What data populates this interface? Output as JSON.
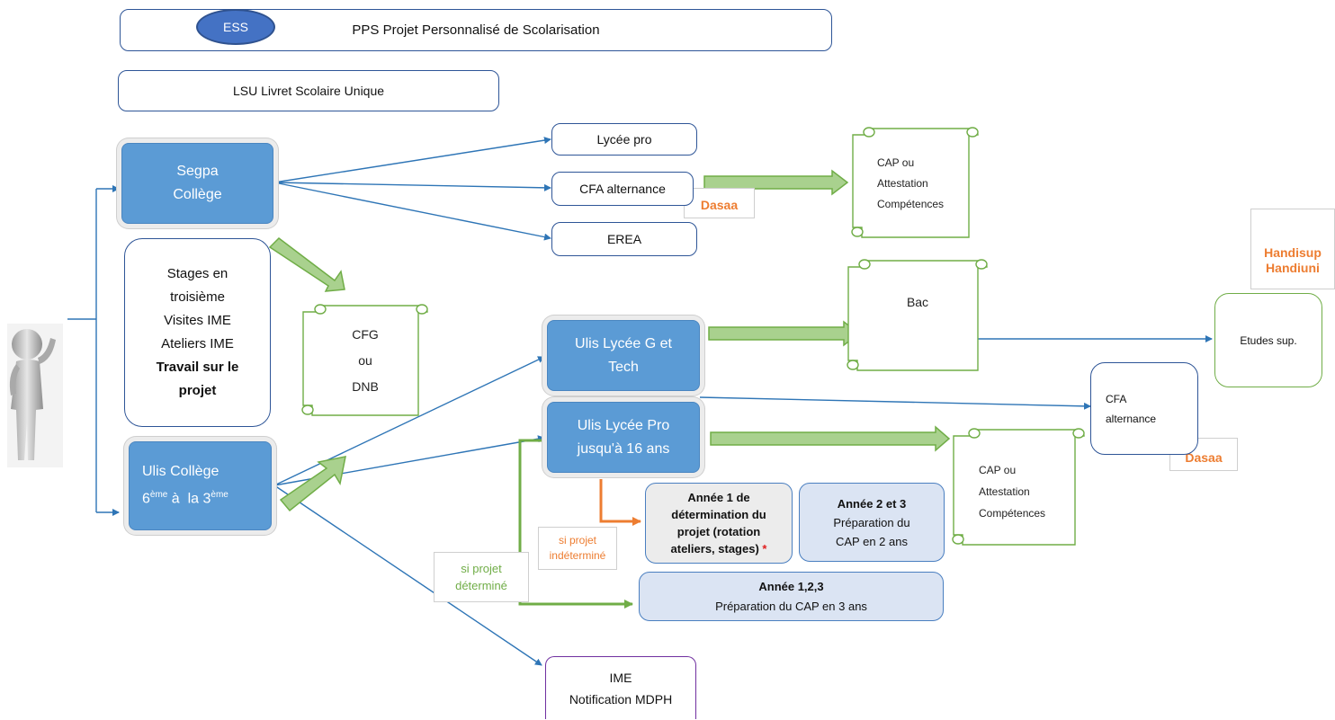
{
  "colors": {
    "navy": "#2e5597",
    "blue_fill": "#5b9bd5",
    "green": "#70ad47",
    "orange": "#ed7d31",
    "purple": "#7030a0",
    "pale_blue": "#dbe4f3"
  },
  "header": {
    "ess_badge": "ESS",
    "pps": "PPS Projet Personnalisé de Scolarisation",
    "lsu": "LSU Livret Scolaire Unique"
  },
  "segpa": {
    "line1": "Segpa",
    "line2": "Collège"
  },
  "activities": {
    "line1": "Stages en",
    "line2": "troisième",
    "line3": "Visites IME",
    "line4": "Ateliers IME",
    "line5": "Travail sur le",
    "line6": "projet"
  },
  "ulis_college": {
    "line1": "Ulis Collège",
    "grade_from": "6",
    "grade_from_sup": "ème",
    "grade_mid": " à  la ",
    "grade_to": "3",
    "grade_to_sup": "ème"
  },
  "segpa_outcomes": {
    "lycee_pro": "Lycée pro",
    "cfa": "CFA alternance",
    "erea": "EREA",
    "dasaa": "Dasaa"
  },
  "diplomas": {
    "cap1": {
      "line1": "CAP ou",
      "line2": "Attestation",
      "line3": "Compétences"
    },
    "cfg": {
      "line1": "CFG",
      "line2": "ou",
      "line3": "DNB"
    },
    "bac": "Bac",
    "cap2": {
      "line1": "CAP ou",
      "line2": "Attestation",
      "line3": "Compétences"
    }
  },
  "lycee": {
    "gt_line1": "Ulis Lycée G et",
    "gt_line2": "Tech",
    "pro_line1": "Ulis Lycée Pro",
    "pro_line2": "jusqu'à 16 ans"
  },
  "higher": {
    "handisup": "Handisup",
    "handiuni": "Handiuni",
    "etudes": "Etudes sup."
  },
  "cfa2": {
    "line1": "CFA",
    "line2": "alternance",
    "dasaa": "Dasaa"
  },
  "annees": {
    "a1": {
      "line1": "Année 1 de",
      "line2": "détermination du",
      "line3": "projet (rotation",
      "line4": "ateliers, stages)",
      "star": "*"
    },
    "a23": {
      "title": "Année 2 et 3",
      "line1": "Préparation du",
      "line2": "CAP en 2 ans"
    },
    "a123": {
      "title": "Année 1,2,3",
      "line1": "Préparation du CAP en 3 ans"
    }
  },
  "conditions": {
    "indetermine_l1": "si projet",
    "indetermine_l2": "indéterminé",
    "determine_l1": "si projet",
    "determine_l2": "déterminé"
  },
  "ime": {
    "line1": "IME",
    "line2": "Notification MDPH"
  }
}
